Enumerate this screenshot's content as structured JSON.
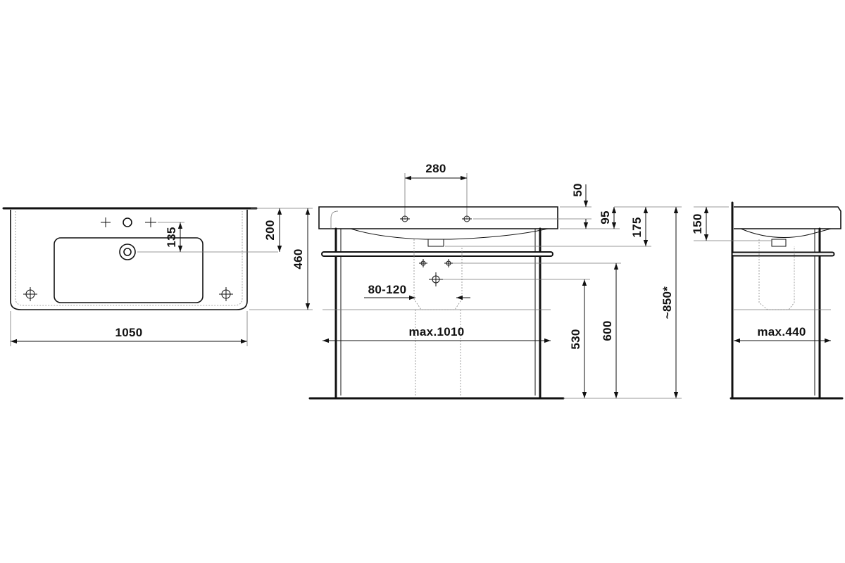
{
  "drawing": {
    "colors": {
      "line": "#111111",
      "background": "#ffffff"
    },
    "top_view": {
      "width_label": "1050",
      "depth_label": "460",
      "overflow_offset_label": "200",
      "tap_hole_offset_label": "135"
    },
    "front_view": {
      "tap_spacing_label": "280",
      "tap_top_offset_label": "50",
      "tap_hole_height_label": "95",
      "bowl_depth_label": "175",
      "total_height_label": "~850*",
      "waste_height_label": "600",
      "trap_height_label": "530",
      "fixing_spacing_label": "80-120",
      "max_width_label": "max.1010"
    },
    "side_view": {
      "rim_height_label": "150",
      "max_depth_label": "max.440"
    }
  }
}
